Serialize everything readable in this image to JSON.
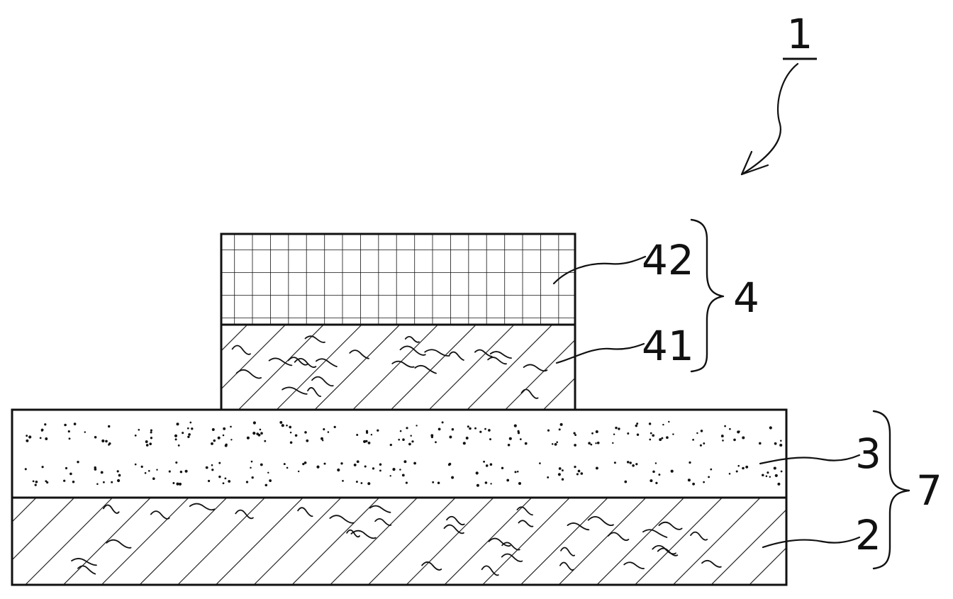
{
  "figure": {
    "labels": {
      "device": "1",
      "layer_2": "2",
      "layer_3": "3",
      "stack_4": "4",
      "layer_41": "41",
      "layer_42": "42",
      "group_7": "7"
    }
  }
}
